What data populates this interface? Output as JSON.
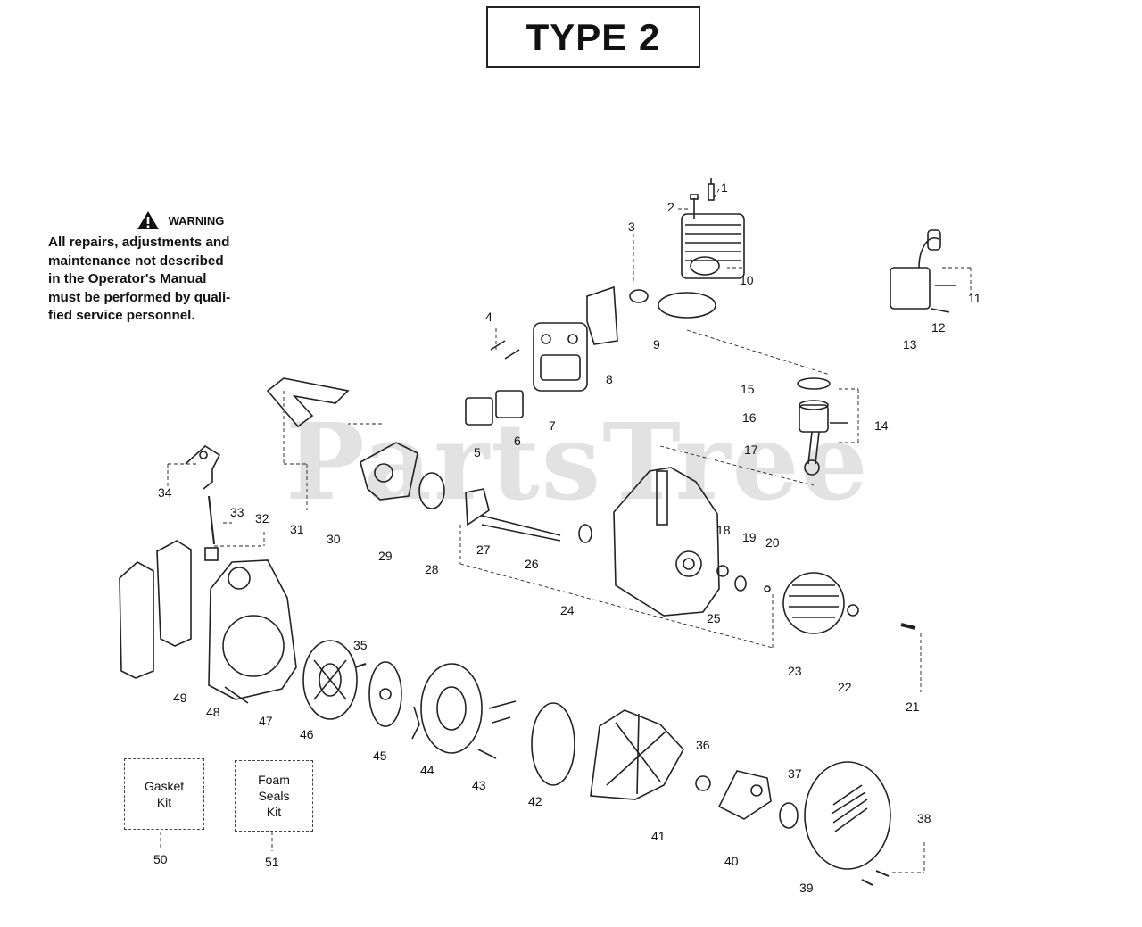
{
  "title": "TYPE 2",
  "warning": {
    "heading": "WARNING",
    "lines": [
      "All repairs, adjustments and",
      "maintenance not described",
      "in the Operator's Manual",
      "must be performed by quali-",
      "fied service personnel."
    ]
  },
  "watermark": "PartsTree",
  "kits": {
    "gasket": "Gasket\nKit",
    "foam": "Foam\nSeals\nKit"
  },
  "callouts": [
    "1",
    "2",
    "3",
    "4",
    "5",
    "6",
    "7",
    "8",
    "9",
    "10",
    "11",
    "12",
    "13",
    "14",
    "15",
    "16",
    "17",
    "18",
    "19",
    "20",
    "21",
    "22",
    "23",
    "24",
    "25",
    "26",
    "27",
    "28",
    "29",
    "30",
    "31",
    "32",
    "33",
    "34",
    "35",
    "36",
    "37",
    "38",
    "39",
    "40",
    "41",
    "42",
    "43",
    "44",
    "45",
    "46",
    "47",
    "48",
    "49",
    "50",
    "51"
  ],
  "icons": {
    "warning": "warning-triangle-icon"
  }
}
